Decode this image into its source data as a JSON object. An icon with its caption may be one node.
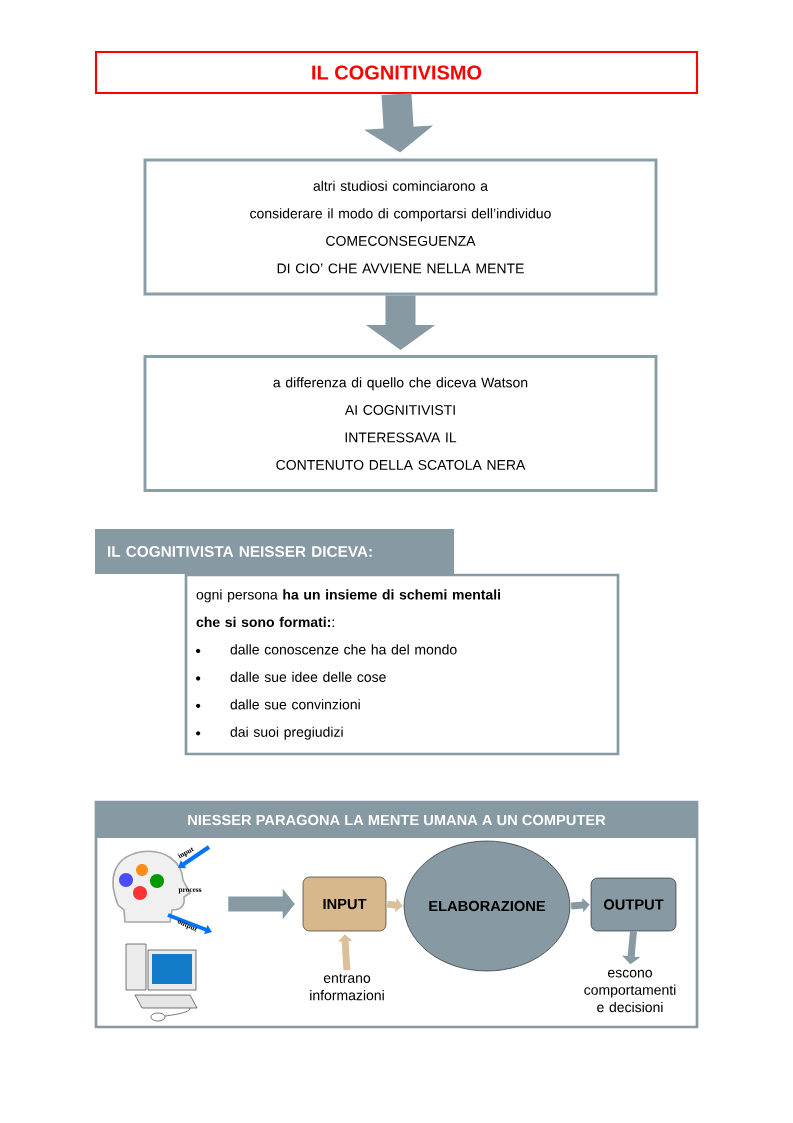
{
  "diagram": {
    "nodes": [
      {
        "text": [
          "IL COGNITIVISMO"
        ]
      },
      {
        "text": [
          "altri studiosi cominciarono a",
          "considerare il modo di comportarsi dell’individuo",
          "COMECONSEGUENZA",
          "DI CIO’ CHE AVVIENE NELLA MENTE"
        ]
      },
      {
        "text": [
          "a differenza di quello che diceva Watson",
          "AI COGNITIVISTI",
          "INTERESSAVA IL",
          "CONTENUTO DELLA SCATOLA NERA"
        ]
      },
      {
        "text": [
          "IL COGNITIVISTA NEISSER DICEVA:"
        ]
      },
      {
        "text": [
          "ogni persona **ha un insieme di schemi mentali**",
          "**che si sono formati:**:",
          "dalle conoscenze che ha del mondo",
          "dalle sue idee delle cose",
          "dalle sue convinzioni",
          "dai suoi pregiudizi"
        ]
      },
      {
        "text": [
          "NIESSER PARAGONA LA MENTE UMANA A UN COMPUTER"
        ]
      },
      {
        "text": [],
        "shape": "picture",
        "in": 5
      },
      {
        "text": [
          "INPUT"
        ],
        "in": 5
      },
      {
        "text": [
          "ELABORAZIONE"
        ],
        "in": 5
      },
      {
        "text": [
          "OUTPUT"
        ],
        "in": 5
      },
      {
        "text": [
          "entrano informazioni"
        ],
        "in": 5
      },
      {
        "text": [
          "escono comportamenti e decisioni"
        ],
        "in": 5
      }
    ],
    "edges": [
      {
        "from": 0,
        "to": 1,
        "arrow": "to",
        "style": "thick"
      },
      {
        "from": 1,
        "to": 2,
        "arrow": "to",
        "style": "thick"
      },
      {
        "from": 6,
        "to": 7,
        "arrow": "to",
        "style": "thick"
      },
      {
        "from": 7,
        "to": 8,
        "arrow": "to",
        "color": "#dcc09c"
      },
      {
        "from": 8,
        "to": 9,
        "arrow": "to"
      },
      {
        "from": 10,
        "to": 7,
        "arrow": "to",
        "color": "#dcc09c"
      },
      {
        "from": 9,
        "to": 11,
        "arrow": "to"
      }
    ],
    "labels": [
      "input",
      "process",
      "output"
    ]
  }
}
